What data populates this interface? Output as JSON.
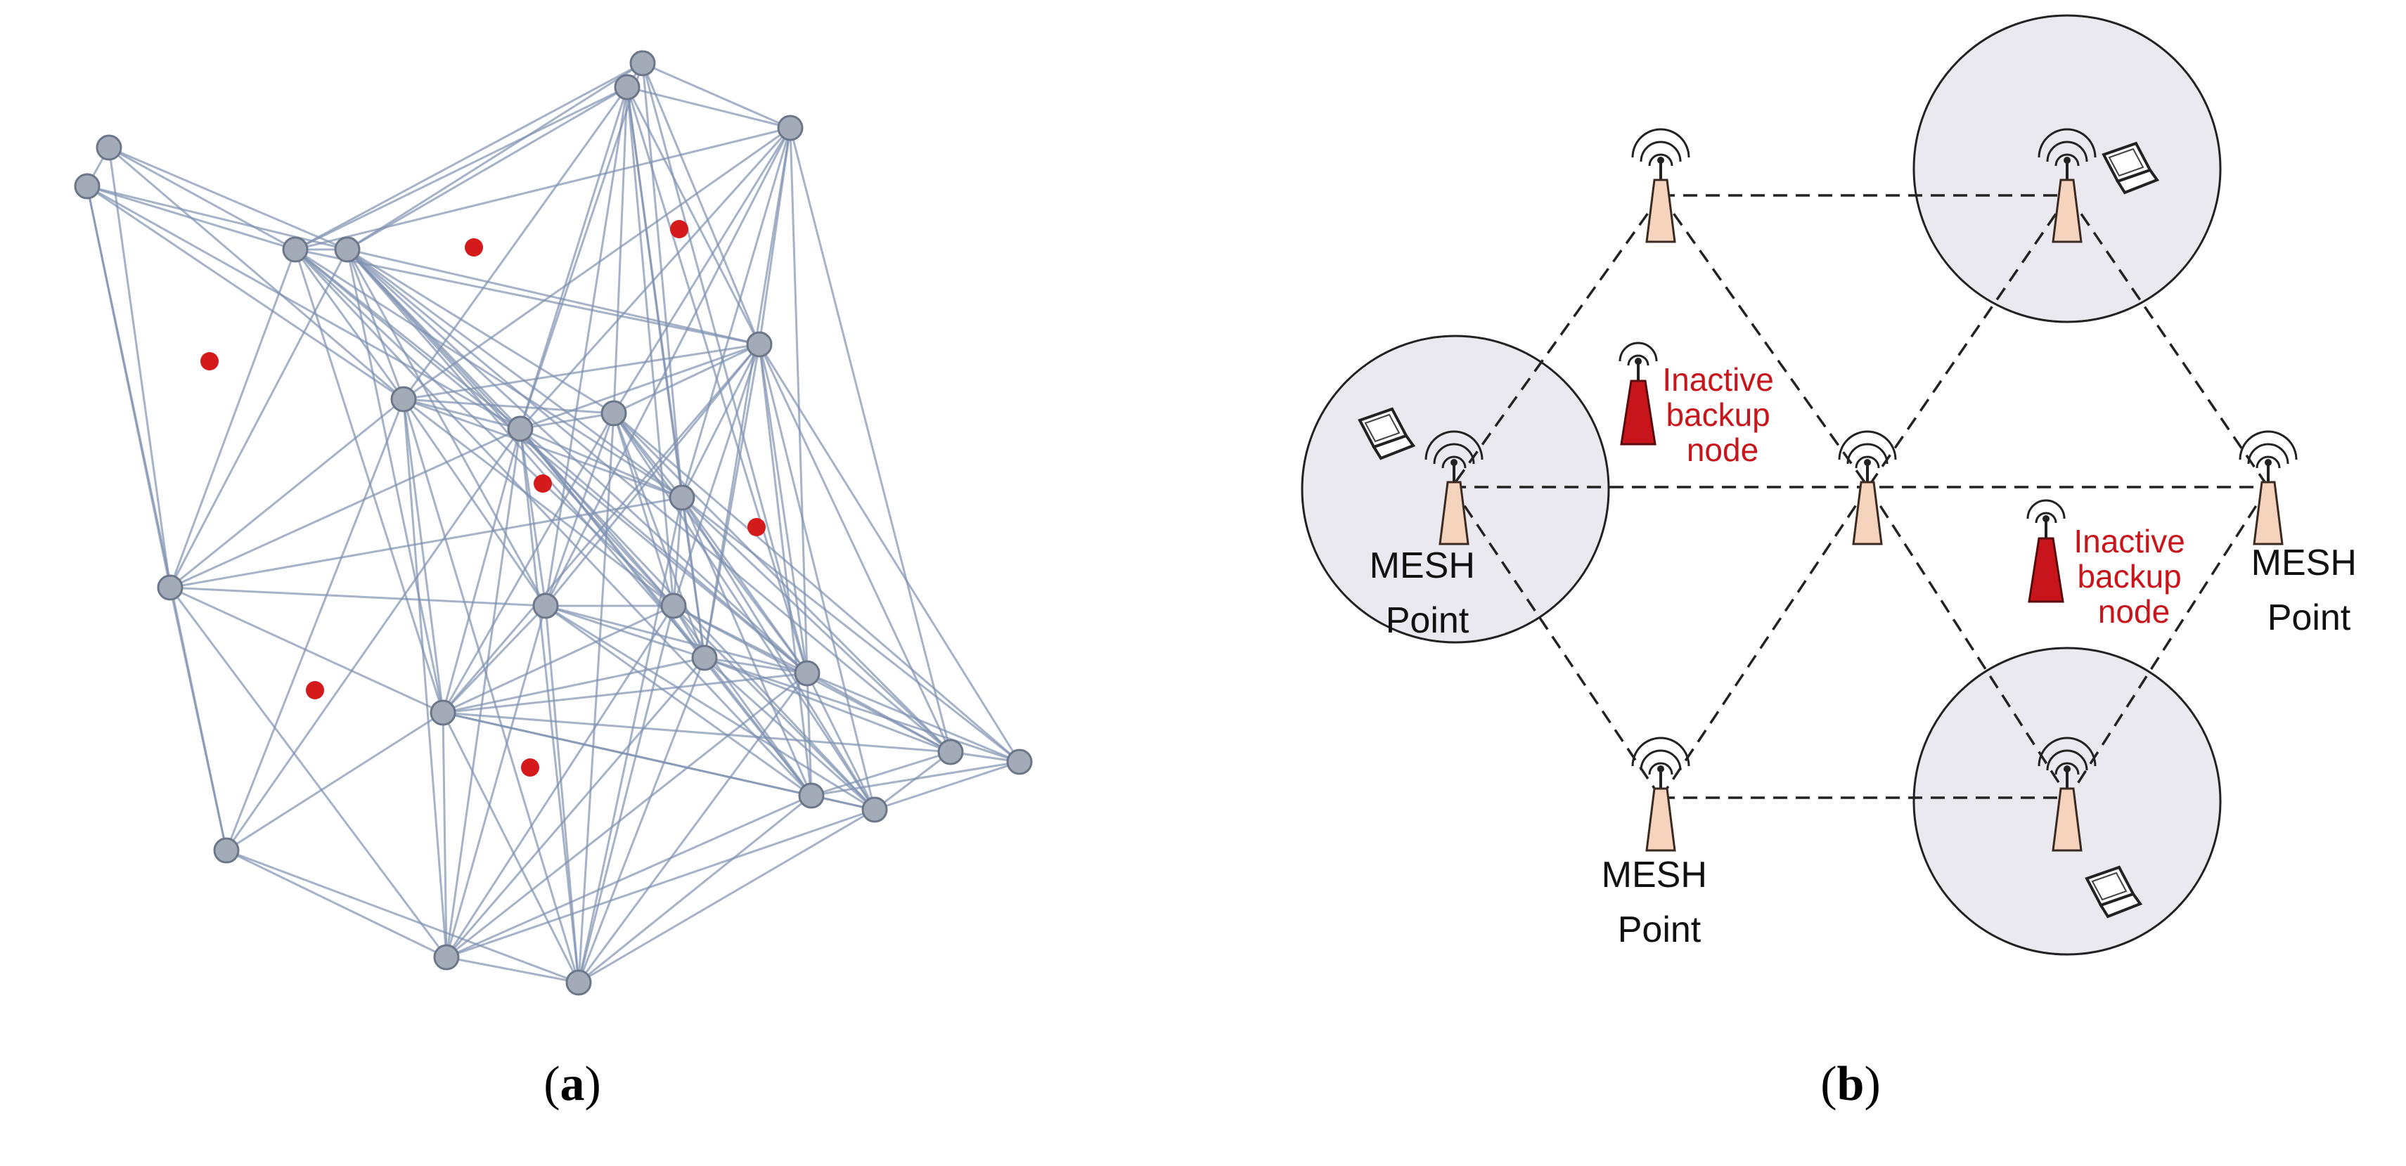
{
  "panel_a": {
    "caption": {
      "open": "(",
      "letter": "a",
      "close": ")"
    },
    "colors": {
      "edge": "#7f91b0",
      "node_fill": "#a3abb9",
      "node_stroke": "#6c7689",
      "red_dot": "#d41a1a"
    }
  },
  "panel_b": {
    "caption": {
      "open": "(",
      "letter": "b",
      "close": ")"
    },
    "labels": {
      "mesh_left": [
        "MESH",
        "Point"
      ],
      "mesh_right": [
        "MESH",
        "Point"
      ],
      "mesh_bottom": [
        "MESH",
        "Point"
      ],
      "backup_top": [
        "Inactive",
        "backup",
        "node"
      ],
      "backup_right": [
        "Inactive",
        "backup",
        "node"
      ]
    },
    "colors": {
      "coverage_fill": "#ebe9f0",
      "router_fill": "#f5d3bd",
      "backup_fill": "#c8151b",
      "label_red": "#c8151b"
    }
  }
}
